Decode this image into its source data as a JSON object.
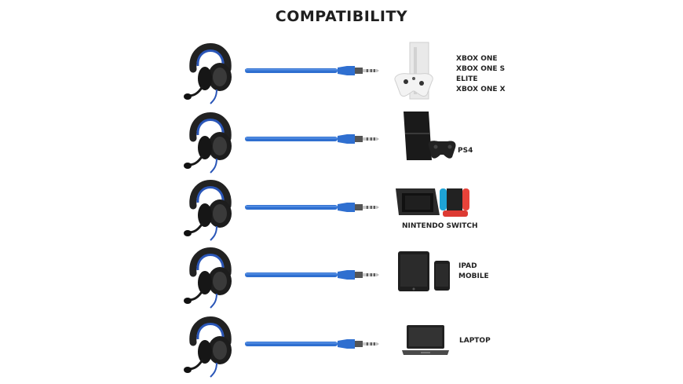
{
  "title": "COMPATIBILITY",
  "rows": [
    {
      "device_icon": "xbox-one-s-console-icon",
      "labels": [
        "XBOX ONE",
        "XBOX ONE S",
        "ELITE",
        "XBOX ONE X"
      ]
    },
    {
      "device_icon": "ps4-console-icon",
      "labels": [
        "PS4"
      ]
    },
    {
      "device_icon": "nintendo-switch-console-icon",
      "labels": [
        "NINTENDO SWITCH"
      ]
    },
    {
      "device_icon": "tablet-and-phone-icon",
      "labels": [
        "IPAD",
        "MOBILE"
      ]
    },
    {
      "device_icon": "laptop-icon",
      "labels": [
        "LAPTOP"
      ]
    }
  ],
  "colors": {
    "cable": "#2f6fd0",
    "cable_light": "#5a93e6",
    "headset": "#222222",
    "headset_accent": "#2a56b8",
    "title": "#1f1f1f"
  },
  "headset_icon": "gaming-headset-icon",
  "plug_icon": "3.5mm-jack-plug-icon"
}
